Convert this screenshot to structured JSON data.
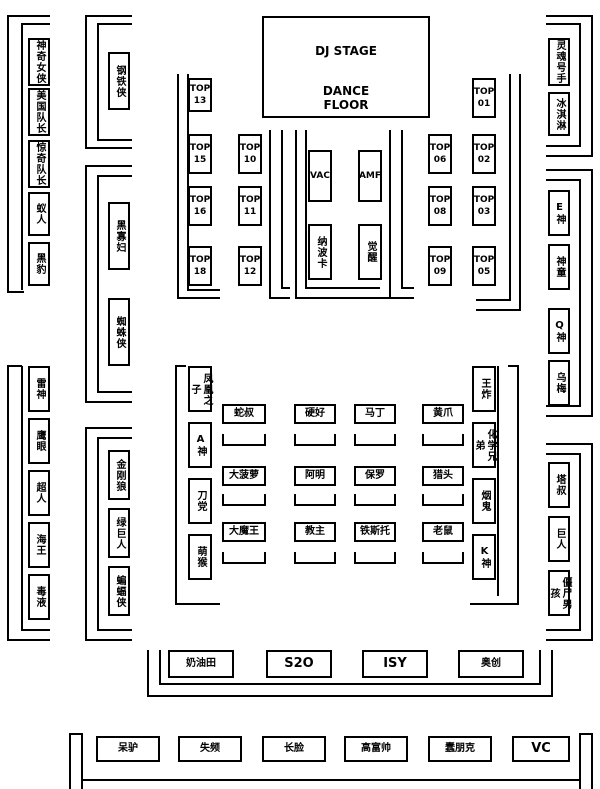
{
  "stage": {
    "title": "DJ  STAGE",
    "subtitle": "DANCE\nFLOOR"
  },
  "left_outer_top": [
    "神奇女侠",
    "美国队长",
    "惊奇队长",
    "蚁人",
    "黑豹"
  ],
  "left_inner_top": [
    "钢铁侠"
  ],
  "left_inner_mid": [
    "黑寡妇",
    "蜘蛛侠"
  ],
  "left_outer_bottom": [
    "雷神",
    "鹰眼",
    "超人",
    "海王",
    "毒液"
  ],
  "left_inner_bottom": [
    "金刚狼",
    "绿巨人",
    "蝙蝠侠"
  ],
  "right_outer_top": [
    "灵魂号手",
    "冰淇淋"
  ],
  "right_outer_mid": [
    "E神",
    "神童",
    "Q神",
    "乌梅"
  ],
  "right_outer_bottom": [
    "塔叔",
    "巨人",
    "僵尸男孩"
  ],
  "top_left_col1": [
    "TOP 13",
    "TOP 15",
    "TOP 16",
    "TOP 18"
  ],
  "top_left_col2": [
    "TOP 10",
    "TOP 11",
    "TOP 12"
  ],
  "top_right_col1": [
    "TOP 06",
    "TOP 08",
    "TOP 09"
  ],
  "top_right_col2": [
    "TOP 01",
    "TOP 02",
    "TOP 03",
    "TOP 05"
  ],
  "center_top": [
    "VAC",
    "AMF"
  ],
  "center_bottom": [
    "纳波卡",
    "觉醒"
  ],
  "mid_left_col": [
    "凤凰之子",
    "A神",
    "刀党",
    "萌猴"
  ],
  "mid_right_col": [
    "王炸",
    "化学兄弟",
    "烟鬼",
    "K神"
  ],
  "floor_row1": [
    "蛇叔",
    "硬好",
    "马丁",
    "黄爪"
  ],
  "floor_row2": [
    "大菠萝",
    "阿明",
    "保罗",
    "猎头"
  ],
  "floor_row3": [
    "大魔王",
    "教主",
    "铁斯托",
    "老鼠"
  ],
  "bottom_row1": [
    "奶油田",
    "S2O",
    "ISY",
    "奥创"
  ],
  "bottom_row2": [
    "呆驴",
    "失频",
    "长脸",
    "高富帅",
    "蠢朋克",
    "VC"
  ]
}
